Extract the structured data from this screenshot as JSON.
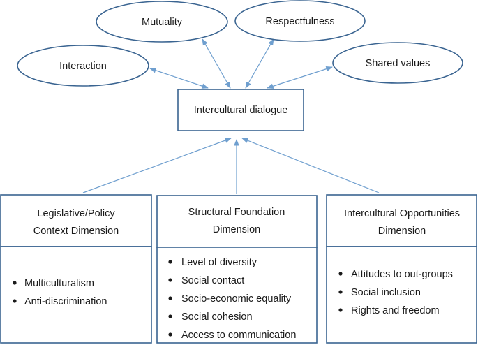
{
  "center": {
    "label": "Intercultural dialogue"
  },
  "ellipses": [
    {
      "label": "Mutuality"
    },
    {
      "label": "Respectfulness"
    },
    {
      "label": "Interaction"
    },
    {
      "label": "Shared values"
    }
  ],
  "dimensions": [
    {
      "title": [
        "Legislative/Policy",
        "Context Dimension"
      ],
      "items": [
        "Multiculturalism",
        "Anti-discrimination"
      ]
    },
    {
      "title": [
        "Structural Foundation",
        "Dimension"
      ],
      "items": [
        "Level of diversity",
        "Social contact",
        "Socio-economic equality",
        "Social cohesion",
        "Access to communication"
      ]
    },
    {
      "title": [
        "Intercultural Opportunities",
        "Dimension"
      ],
      "items": [
        "Attitudes to out-groups",
        "Social inclusion",
        "Rights and freedom"
      ]
    }
  ],
  "colors": {
    "border": "#3a6491",
    "arrow": "#6f9fcf"
  }
}
